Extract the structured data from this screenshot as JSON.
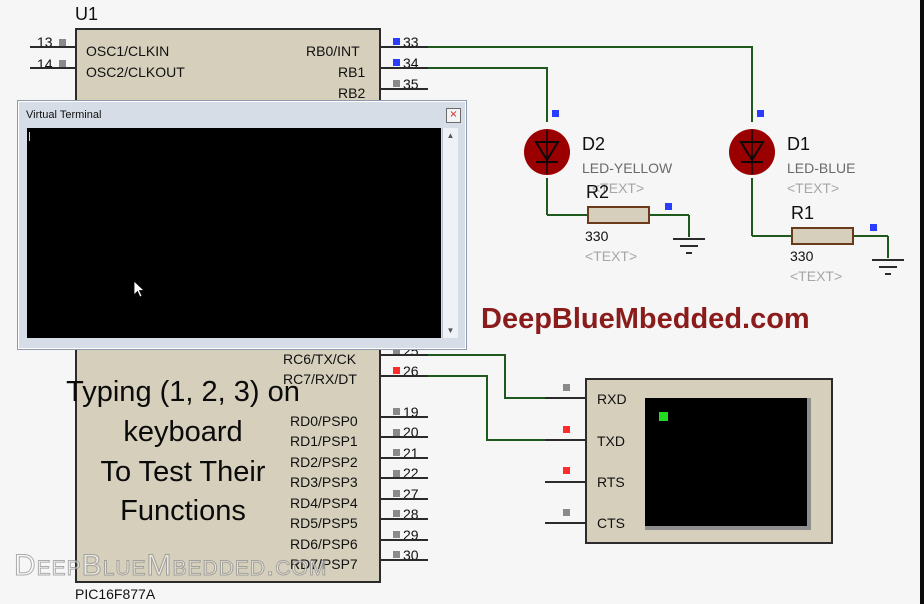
{
  "schematic": {
    "mcu": {
      "designator": "U1",
      "part": "PIC16F877A",
      "left_pins": [
        {
          "num": "13",
          "label": "OSC1/CLKIN"
        },
        {
          "num": "14",
          "label": "OSC2/CLKOUT"
        }
      ],
      "right_pins": [
        {
          "num": "33",
          "label": "RB0/INT"
        },
        {
          "num": "34",
          "label": "RB1"
        },
        {
          "num": "35",
          "label": "RB2"
        },
        {
          "num": "25",
          "label": "RC6/TX/CK"
        },
        {
          "num": "26",
          "label": "RC7/RX/DT"
        },
        {
          "num": "19",
          "label": "RD0/PSP0"
        },
        {
          "num": "20",
          "label": "RD1/PSP1"
        },
        {
          "num": "21",
          "label": "RD2/PSP2"
        },
        {
          "num": "22",
          "label": "RD3/PSP3"
        },
        {
          "num": "27",
          "label": "RD4/PSP4"
        },
        {
          "num": "28",
          "label": "RD5/PSP5"
        },
        {
          "num": "29",
          "label": "RD6/PSP6"
        },
        {
          "num": "30",
          "label": "RD7/PSP7"
        }
      ]
    },
    "d2": {
      "designator": "D2",
      "value": "LED-YELLOW",
      "text": "<TEXT>"
    },
    "d1": {
      "designator": "D1",
      "value": "LED-BLUE",
      "text": "<TEXT>"
    },
    "r2": {
      "designator": "R2",
      "value": "330",
      "text": "<TEXT>"
    },
    "r1": {
      "designator": "R1",
      "value": "330",
      "text": "<TEXT>"
    },
    "terminal_component": {
      "pins": [
        "RXD",
        "TXD",
        "RTS",
        "CTS"
      ]
    },
    "annotation": [
      "Typing (1, 2, 3) on",
      "keyboard",
      "To Test Their",
      "Functions"
    ],
    "brand": "DeepBlueMbedded.com",
    "watermark": "DeepBlueMbedded.com"
  },
  "virtual_terminal_window": {
    "title": "Virtual Terminal",
    "close_glyph": "×"
  },
  "colors": {
    "wire": "#1e5a1e",
    "led_body": "#9b0000",
    "pin_input": "#2a3cff",
    "pin_logic_high": "#ff2c2c",
    "pin_unknown": "#8a8a8a",
    "brand": "#8a1c1c"
  }
}
